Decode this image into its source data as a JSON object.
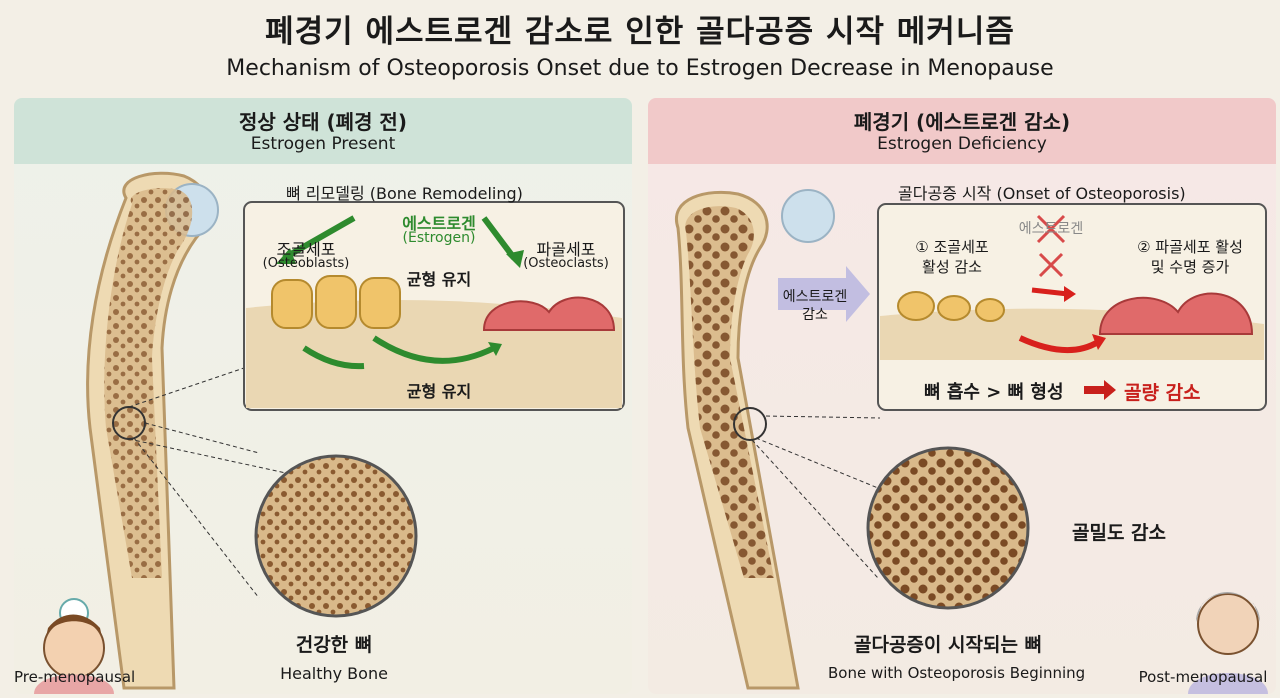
{
  "title": {
    "korean": "폐경기 에스트로겐 감소로 인한 골다공증 시작 메커니즘",
    "english": "Mechanism of Osteoporosis Onset due to Estrogen Decrease in Menopause"
  },
  "left_panel": {
    "header_korean": "정상 상태 (폐경 전)",
    "header_english": "Estrogen Present",
    "remodeling_title": "뼈 리모델링 (Bone Remodeling)",
    "estrogen_korean": "에스트로겐",
    "estrogen_english": "(Estrogen)",
    "osteoblast_korean": "조골세포",
    "osteoblast_english": "(Osteoblasts)",
    "osteoclast_korean": "파골세포",
    "osteoclast_english": "(Osteoclasts)",
    "balance_top": "균형 유지",
    "balance_bottom": "균형 유지",
    "bone_label_korean": "건강한 뼈",
    "bone_label_english": "Healthy Bone",
    "person_label": "Pre-menopausal"
  },
  "right_panel": {
    "header_korean": "폐경기 (에스트로겐 감소)",
    "header_english": "Estrogen Deficiency",
    "onset_title": "골다공증 시작 (Onset of Osteoporosis)",
    "step1_line1": "① 조골세포",
    "step1_line2": "활성 감소",
    "estrogen_crossed": "에스트로겐",
    "step2_line1": "② 파골세포 활성",
    "step2_line2": "및 수명 증가",
    "decrease_arrow_line1": "에스트로겐",
    "decrease_arrow_line2": "감소",
    "resorption_formation": "뼈 흡수 > 뼈 형성",
    "bone_loss": "골량 감소",
    "density_label": "골밀도 감소",
    "bone_label_korean": "골다공증이 시작되는 뼈",
    "bone_label_english": "Bone with Osteoporosis Beginning",
    "person_label": "Post-menopausal"
  },
  "colors": {
    "green_header": "#cfe3d8",
    "red_header": "#f1c9c9",
    "estrogen_green": "#2e8b2e",
    "loss_red": "#c8201c",
    "bone": "#e9d3a8",
    "osteoblast": "#f0c46a",
    "osteoclast": "#e06a6a"
  }
}
